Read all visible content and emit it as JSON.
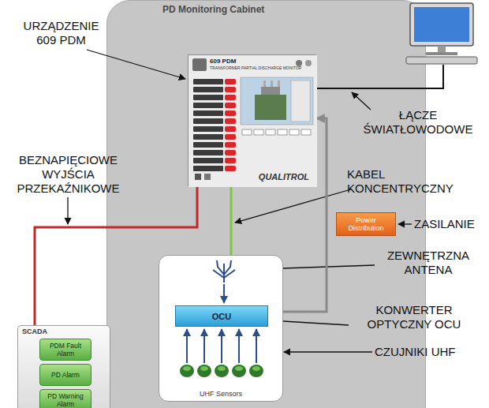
{
  "diagram": {
    "nodes": [
      {
        "text": [
          "PD Monitoring Cabinet"
        ]
      },
      {
        "text": [
          "609 PDM",
          "TRANSFORMER PARTIAL DISCHARGE MONITOR",
          "QUALITROL"
        ],
        "in": 0
      },
      {
        "text": [
          "Power Distribution"
        ],
        "in": 0
      },
      {
        "text": [
          "UHF Sensors"
        ],
        "in": 0
      },
      {
        "text": [
          "OCU"
        ],
        "in": 3
      },
      {
        "text": [
          "SCADA"
        ]
      },
      {
        "text": [
          "PDM Fault Alarm"
        ],
        "in": 5
      },
      {
        "text": [
          "PD Alarm"
        ],
        "in": 5
      },
      {
        "text": [
          "PD Warning Alarm"
        ],
        "in": 5
      }
    ],
    "edges": [
      {
        "from": 1,
        "to": 5,
        "arrow": "none"
      },
      {
        "from": 1,
        "to": 3,
        "arrow": "none"
      },
      {
        "from": 4,
        "to": 1,
        "arrow": "to"
      }
    ],
    "labels": [
      "URZĄDZENIE 609 PDM",
      "BEZNAPIĘCIOWE WYJŚCIA PRZEKAŹNIKOWE",
      "ŁĄCZE ŚWIATŁOWODOWE",
      "KABEL KONCENTRYCZNY",
      "ZASILANIE",
      "ZEWNĘTRZNA ANTENA",
      "KONWERTER OPTYCZNY OCU",
      "CZUJNIKI UHF"
    ]
  }
}
